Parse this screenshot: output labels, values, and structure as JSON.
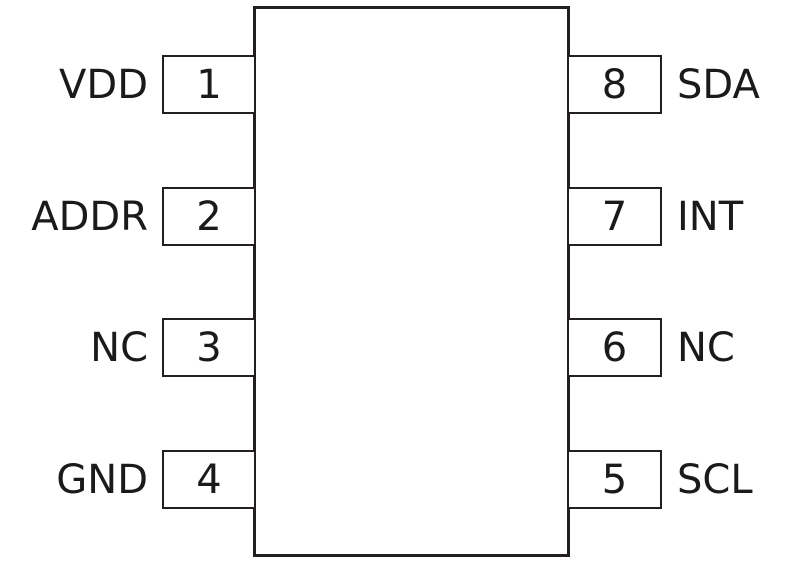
{
  "colors": {
    "line": "#231f20",
    "text": "#1a1a1a",
    "background": "#ffffff"
  },
  "pins": {
    "left": [
      {
        "number": "1",
        "label": "VDD"
      },
      {
        "number": "2",
        "label": "ADDR"
      },
      {
        "number": "3",
        "label": "NC"
      },
      {
        "number": "4",
        "label": "GND"
      }
    ],
    "right": [
      {
        "number": "8",
        "label": "SDA"
      },
      {
        "number": "7",
        "label": "INT"
      },
      {
        "number": "6",
        "label": "NC"
      },
      {
        "number": "5",
        "label": "SCL"
      }
    ]
  }
}
